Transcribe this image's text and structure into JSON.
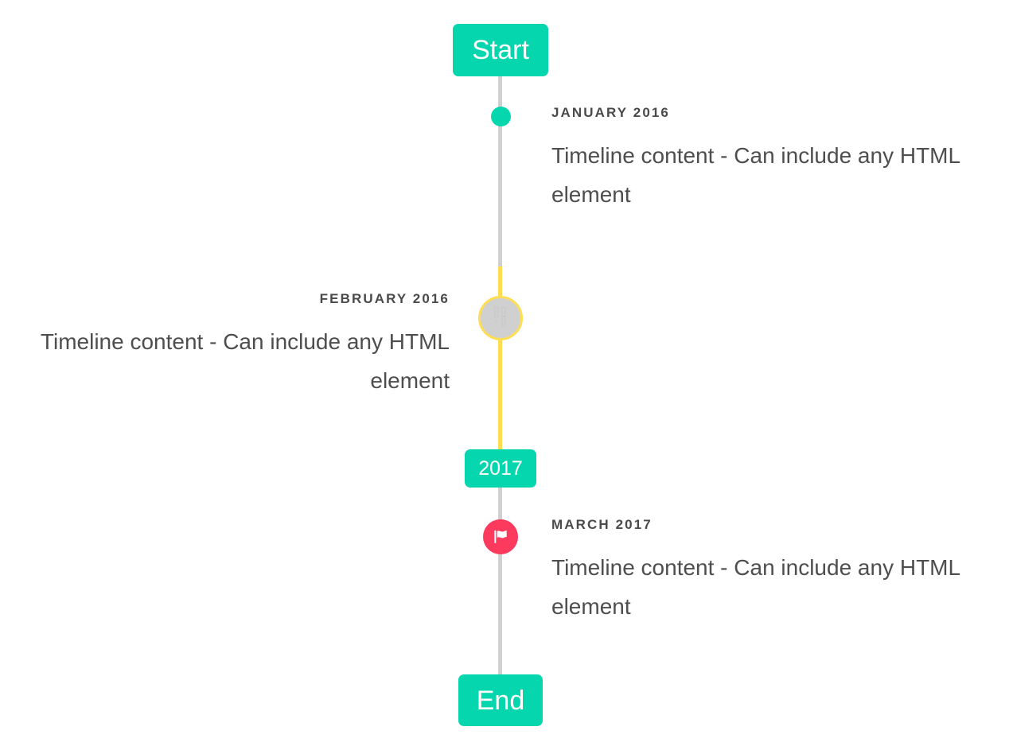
{
  "theme": {
    "accent_teal": "#06d6ad",
    "accent_yellow": "#ffdd55",
    "accent_pink": "#fc3a5e",
    "line_gray": "#d0d0d0",
    "marker_gray": "#d0d0d0",
    "text_dark": "#4a4a4a",
    "background": "#ffffff"
  },
  "timeline": {
    "start_label": "Start",
    "end_label": "End",
    "year_divider_label": "2017",
    "entries": [
      {
        "date": "JANUARY 2016",
        "content": "Timeline content - Can include any HTML element",
        "side": "right",
        "marker": "dot"
      },
      {
        "date": "FEBRUARY 2016",
        "content": "Timeline content - Can include any HTML element",
        "side": "left",
        "marker": "placeholder-icon",
        "marker_glyph": "⌷⌷\n·⌷"
      },
      {
        "date": "MARCH 2017",
        "content": "Timeline content - Can include any HTML element",
        "side": "right",
        "marker": "flag-icon"
      }
    ]
  }
}
